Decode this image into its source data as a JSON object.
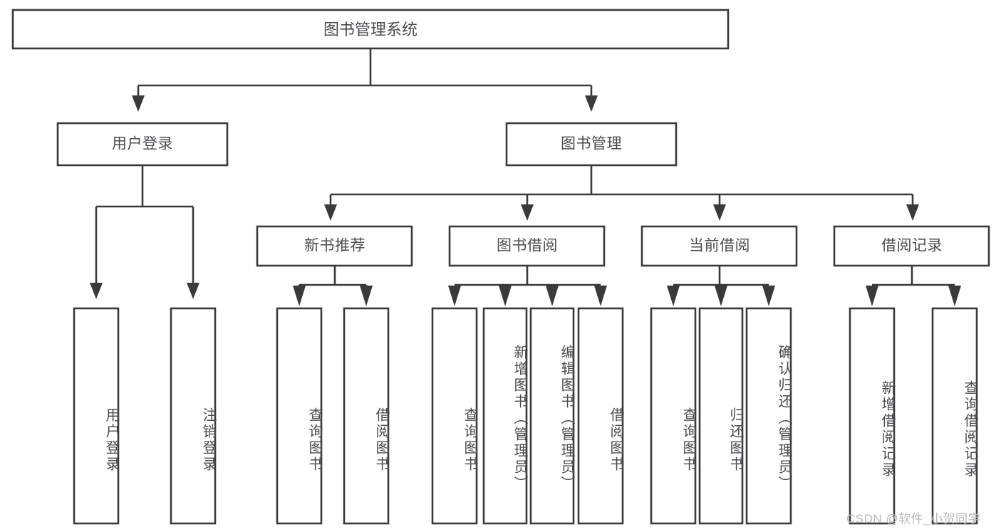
{
  "diagram": {
    "type": "tree-hierarchy",
    "title": "图书管理系统",
    "watermark": "CSDN @软件_小贺同学",
    "colors": {
      "stroke": "#3a3a3a",
      "box_fill": "#ffffff",
      "text": "#4a4a52",
      "watermark": "#b9b9bd",
      "background": "#ffffff"
    },
    "root": {
      "label": "图书管理系统",
      "level": 0
    },
    "level1": [
      {
        "label": "用户登录"
      },
      {
        "label": "图书管理"
      }
    ],
    "level2": [
      {
        "label": "新书推荐",
        "parent": "图书管理"
      },
      {
        "label": "图书借阅",
        "parent": "图书管理"
      },
      {
        "label": "当前借阅",
        "parent": "图书管理"
      },
      {
        "label": "借阅记录",
        "parent": "图书管理"
      }
    ],
    "leaves": {
      "用户登录": [
        {
          "label": "用户登录"
        },
        {
          "label": "注销登录"
        }
      ],
      "新书推荐": [
        {
          "label": "查询图书"
        },
        {
          "label": "借阅图书"
        }
      ],
      "图书借阅": [
        {
          "label": "查询图书"
        },
        {
          "label": "新增图书（管理员）"
        },
        {
          "label": "编辑图书（管理员）"
        },
        {
          "label": "借阅图书"
        }
      ],
      "当前借阅": [
        {
          "label": "查询图书"
        },
        {
          "label": "归还图书"
        },
        {
          "label": "确认归还（管理员）"
        }
      ],
      "借阅记录": [
        {
          "label": "新增借阅记录"
        },
        {
          "label": "查询借阅记录"
        }
      ]
    }
  }
}
